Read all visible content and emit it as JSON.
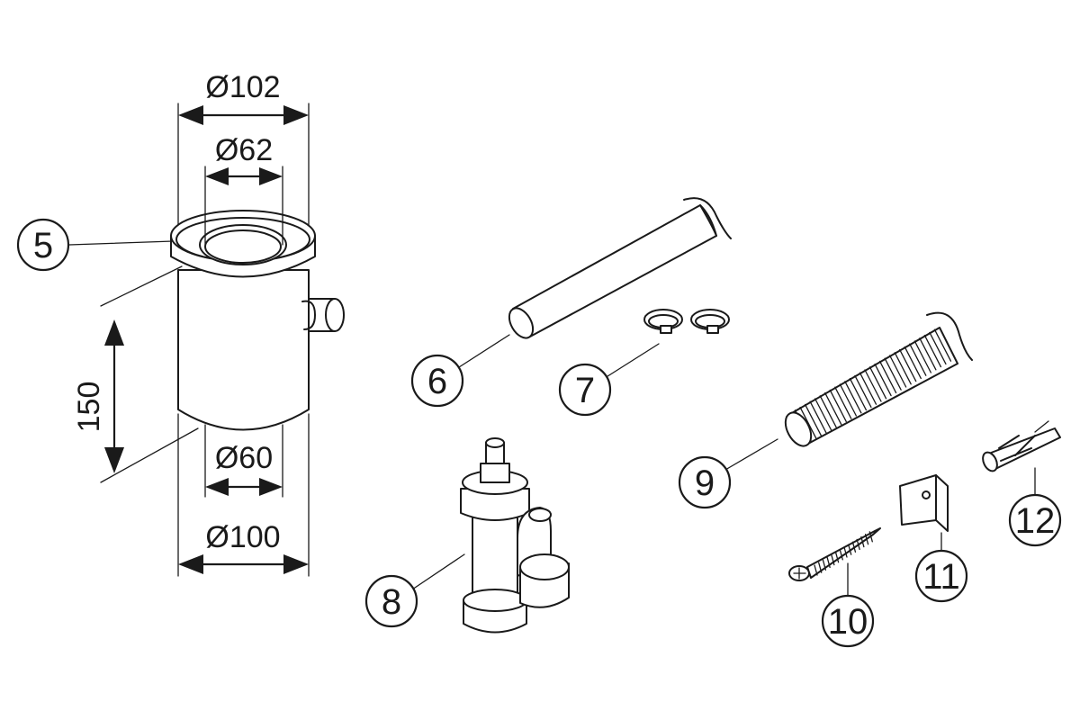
{
  "dimensions": {
    "d102": "Ø102",
    "d62": "Ø62",
    "d60": "Ø60",
    "d100": "Ø100",
    "h150": "150"
  },
  "callouts": {
    "c5": "5",
    "c6": "6",
    "c7": "7",
    "c8": "8",
    "c9": "9",
    "c10": "10",
    "c11": "11",
    "c12": "12"
  },
  "colors": {
    "line": "#1a1a1a",
    "background": "#ffffff"
  }
}
